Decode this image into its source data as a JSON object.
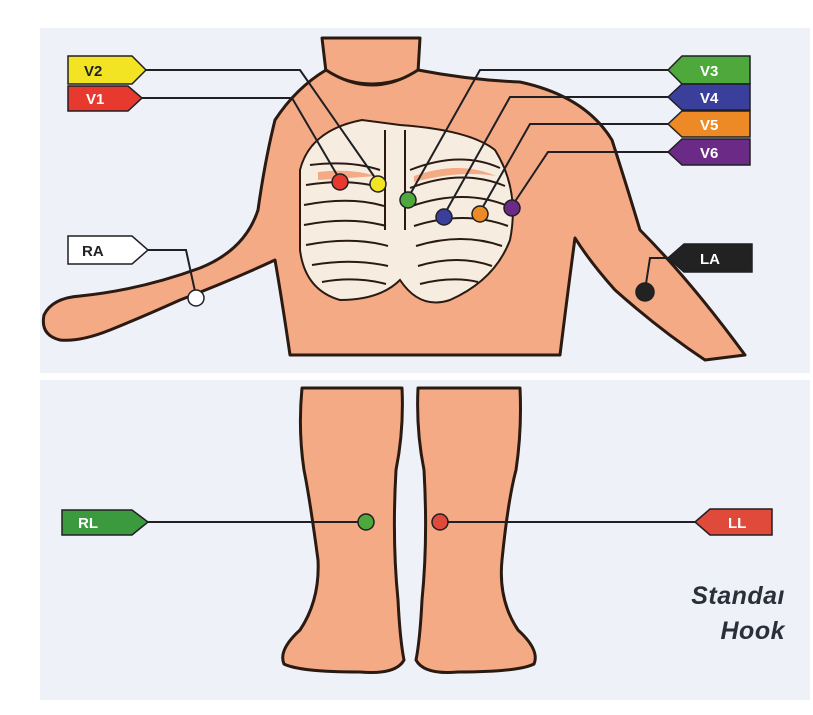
{
  "labels": {
    "v2": "V2",
    "v1": "V1",
    "v3": "V3",
    "v4": "V4",
    "v5": "V5",
    "v6": "V6",
    "ra": "RA",
    "la": "LA",
    "rl": "RL",
    "ll": "LL"
  },
  "colors": {
    "v1": "#e8392e",
    "v2": "#f2e422",
    "v3": "#4ea83c",
    "v4": "#3a3f9c",
    "v5": "#ee8a26",
    "v6": "#6b2a86",
    "ra": "#ffffff",
    "la": "#222222",
    "rl": "#3c9a3e",
    "ll": "#e04a3a",
    "skin": "#f5aa86"
  },
  "caption": {
    "line1": "Standaı",
    "line2": "Hook"
  }
}
